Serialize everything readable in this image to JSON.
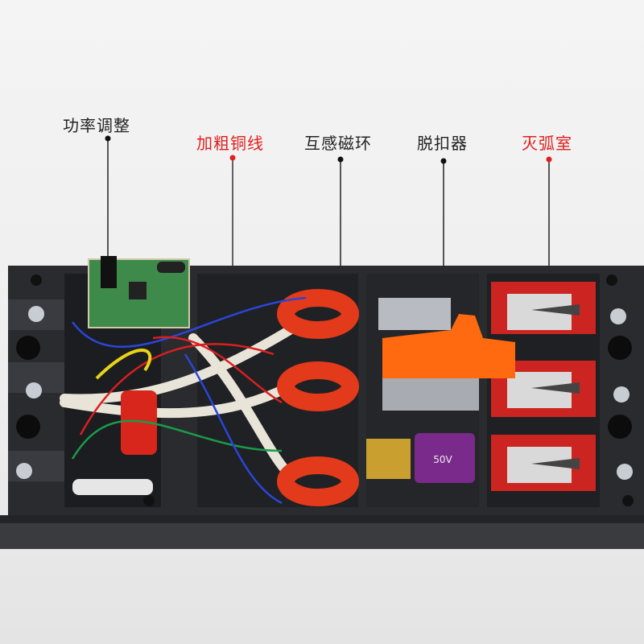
{
  "labels": [
    {
      "id": "power-adjust",
      "text": "功率调整",
      "color": "#222222"
    },
    {
      "id": "thick-copper-wire",
      "text": "加粗铜线",
      "color": "#e0201e"
    },
    {
      "id": "transformer-ring",
      "text": "互感磁环",
      "color": "#222222"
    },
    {
      "id": "tripper",
      "text": "脱扣器",
      "color": "#222222"
    },
    {
      "id": "arc-chamber",
      "text": "灭弧室",
      "color": "#e0201e"
    }
  ],
  "capacitor_text": "50V"
}
